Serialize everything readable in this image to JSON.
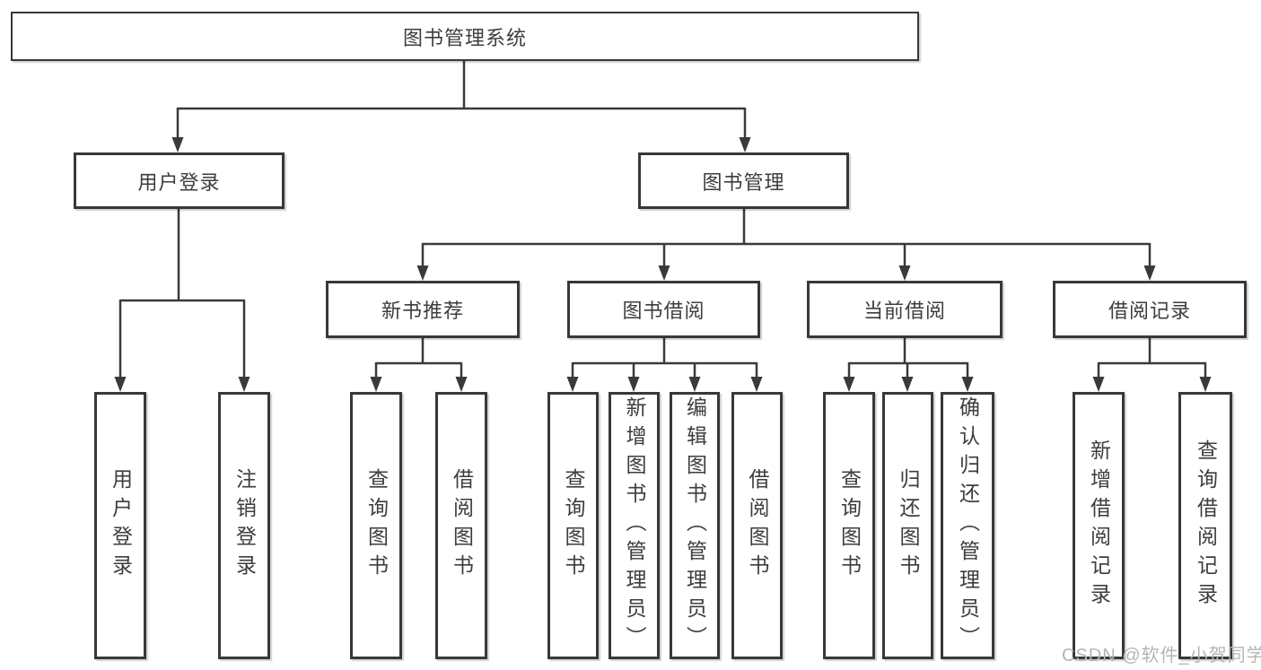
{
  "page": {
    "background": "#ffffff"
  },
  "colors": {
    "box_border": "#383838",
    "connector_line": "#3a3a3a",
    "text": "#3d3d3d",
    "box_fill": "#ffffff",
    "watermark": "#b5b5b5"
  },
  "watermark": {
    "text": "CSDN @软件_小贺同学"
  },
  "tree": {
    "root": "图书管理系统",
    "branches": [
      {
        "label": "用户登录",
        "children": [
          "用户登录",
          "注销登录"
        ]
      },
      {
        "label": "图书管理",
        "children": [
          {
            "label": "新书推荐",
            "children": [
              "查询图书",
              "借阅图书"
            ]
          },
          {
            "label": "图书借阅",
            "children": [
              "查询图书",
              "新增图书（管理员）",
              "编辑图书（管理员）",
              "借阅图书"
            ]
          },
          {
            "label": "当前借阅",
            "children": [
              "查询图书",
              "归还图书",
              "确认归还（管理员）"
            ]
          },
          {
            "label": "借阅记录",
            "children": [
              "新增借阅记录",
              "查询借阅记录"
            ]
          }
        ]
      }
    ]
  }
}
